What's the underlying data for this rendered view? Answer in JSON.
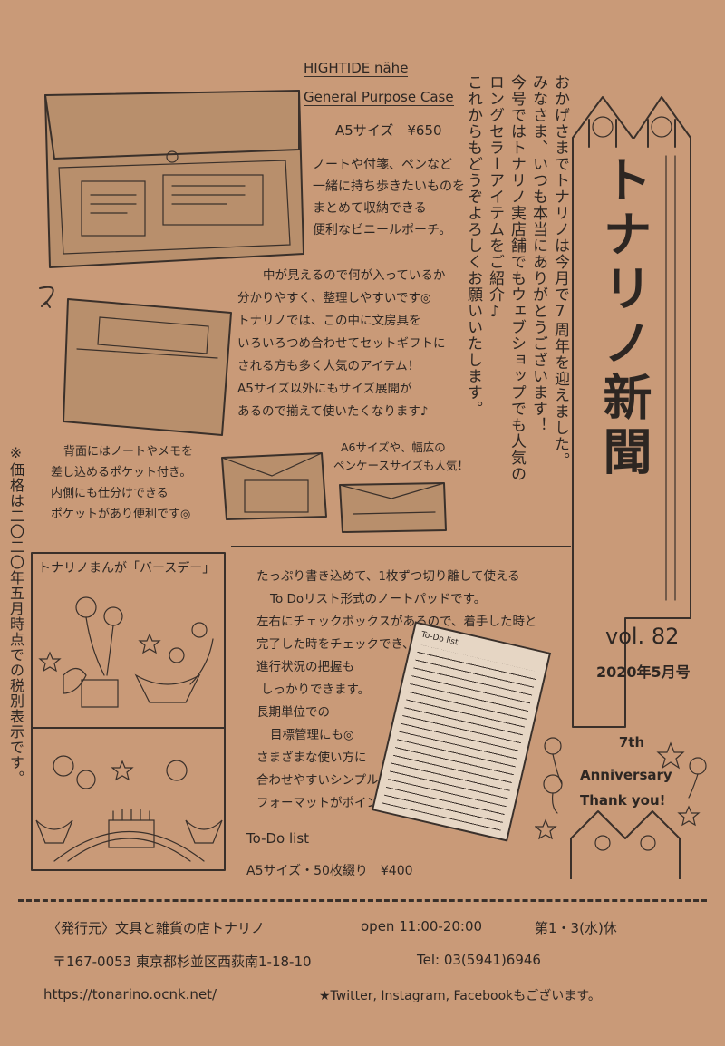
{
  "product1": {
    "brand": "HIGHTIDE nähe",
    "name": "General Purpose Case",
    "size_price": "A5サイズ　¥650",
    "desc_lines": [
      "ノートや付箋、ペンなど",
      "一緒に持ち歩きたいものを",
      "まとめて収納できる",
      "便利なビニールポーチ。"
    ],
    "detail_lines": [
      "中が見えるので何が入っているか",
      "分かりやすく、整理しやすいです◎",
      "トナリノでは、この中に文房具を",
      "いろいろつめ合わせてセットギフトに",
      "される方も多く人気のアイテム！",
      "A5サイズ以外にもサイズ展開が",
      "あるので揃えて使いたくなります♪"
    ],
    "back_lines": [
      "背面にはノートやメモを",
      "差し込めるポケット付き。",
      "内側にも仕分けできる",
      "ポケットがあり便利です◎"
    ],
    "variant_lines": [
      "A6サイズや、幅広の",
      "ペンケースサイズも人気！"
    ]
  },
  "greeting_lines": [
    "おかげさまでトナリノは今月で7周年を迎えました。",
    "みなさま、いつも本当にありがとうございます！",
    "今号ではトナリノ実店舗でもウェブショップでも人気の",
    "ロングセラーアイテムをご紹介♪",
    "これからもどうぞよろしくお願いいたします。"
  ],
  "masthead": {
    "title": "トナリノ新聞",
    "vol": "vol. 82",
    "date": "2020年5月号"
  },
  "anniversary": [
    "7th",
    "Anniversary",
    "Thank you!"
  ],
  "tax_note": "※価格は二〇二〇年五月時点での税別表示です。",
  "manga": {
    "title": "トナリノまんが「バースデー」"
  },
  "product2": {
    "desc_lines": [
      "たっぷり書き込めて、1枚ずつ切り離して使える",
      "To Doリスト形式のノートパッドです。",
      "左右にチェックボックスがあるので、着手した時と",
      "完了した時をチェックでき、",
      "進行状況の把握も",
      "しっかりできます。",
      "長期単位での",
      "目標管理にも◎",
      "さまざまな使い方に",
      "合わせやすいシンプルな",
      "フォーマットがポイント！"
    ],
    "pad_label": "To-Do list",
    "name": "To-Do list",
    "size_price": "A5サイズ・50枚綴り　¥400"
  },
  "footer": {
    "publisher": "〈発行元〉文具と雑貨の店トナリノ",
    "hours": "open 11:00-20:00",
    "closed": "第1・3(水)休",
    "address": "〒167-0053 東京都杉並区西荻南1-18-10",
    "tel": "Tel: 03(5941)6946",
    "url": "https://tonarino.ocnk.net/",
    "sns": "★Twitter, Instagram, Facebookもございます。"
  }
}
